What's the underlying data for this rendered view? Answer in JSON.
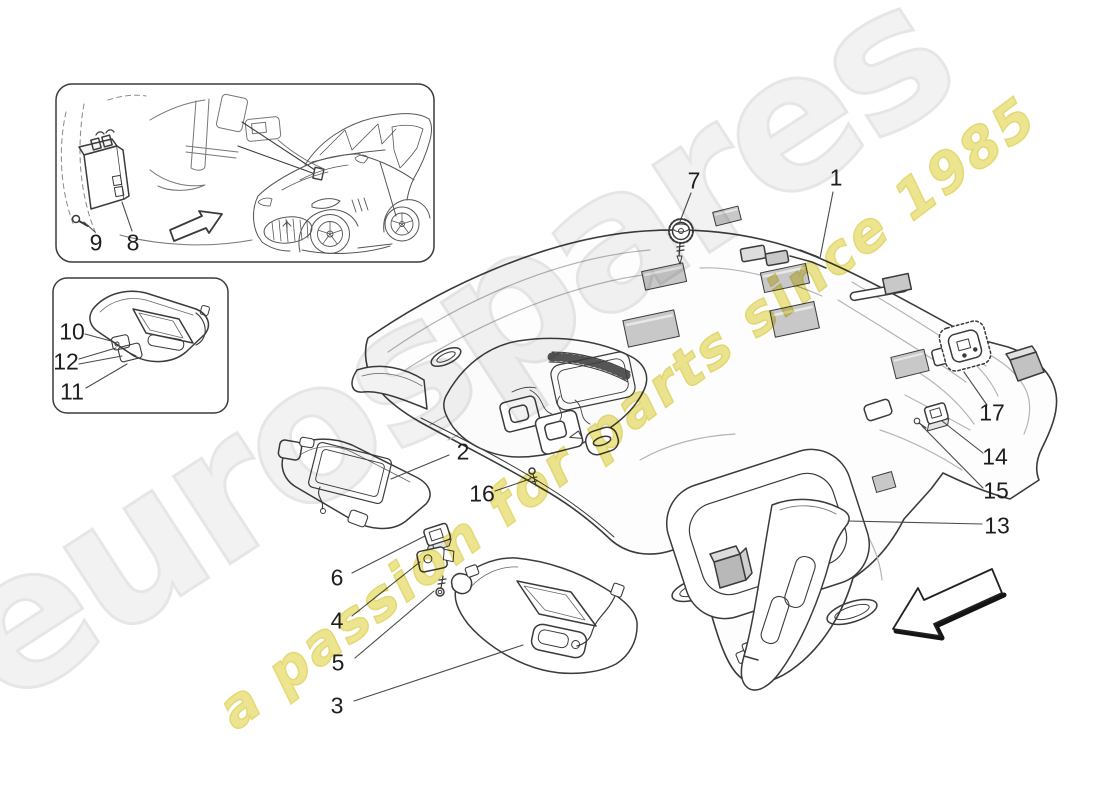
{
  "watermark": {
    "brand": "eurospares",
    "tagline": "a passion for parts since 1985",
    "brand_color": "#f2f2f2",
    "tagline_color": "#ebe388"
  },
  "callouts": [
    "1",
    "2",
    "3",
    "4",
    "5",
    "6",
    "7",
    "8",
    "9",
    "10",
    "11",
    "12",
    "13",
    "14",
    "15",
    "16",
    "17"
  ],
  "colors": {
    "outline": "#3b3b3b",
    "light_line": "#b5b5b5",
    "pad_fill": "#c8c8c8",
    "background": "#ffffff"
  }
}
